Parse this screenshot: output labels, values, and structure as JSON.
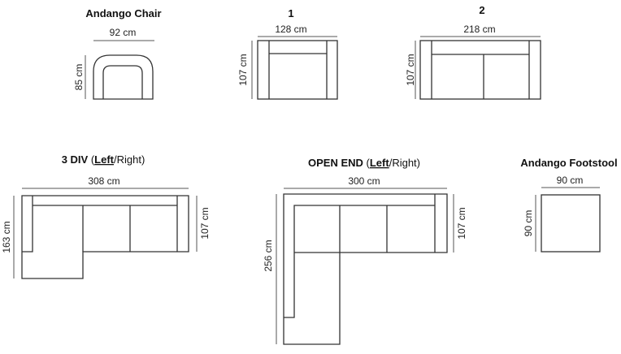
{
  "items": {
    "chair": {
      "title": "Andango Chair",
      "width": "92 cm",
      "depth": "85 cm"
    },
    "one": {
      "title": "1",
      "width": "128 cm",
      "depth": "107 cm"
    },
    "two": {
      "title": "2",
      "width": "218 cm",
      "depth": "107 cm"
    },
    "three_div": {
      "title": "3 DIV",
      "paren_open": " (",
      "left": "Left",
      "right": "/Right)",
      "width": "308 cm",
      "total_depth": "163 cm",
      "depth": "107 cm"
    },
    "open_end": {
      "title": "OPEN END",
      "paren_open": " (",
      "left": "Left",
      "right": "/Right)",
      "width": "300 cm",
      "total_depth": "256 cm",
      "depth": "107 cm"
    },
    "footstool": {
      "title": "Andango Footstool",
      "width": "90 cm",
      "depth": "90 cm"
    }
  }
}
